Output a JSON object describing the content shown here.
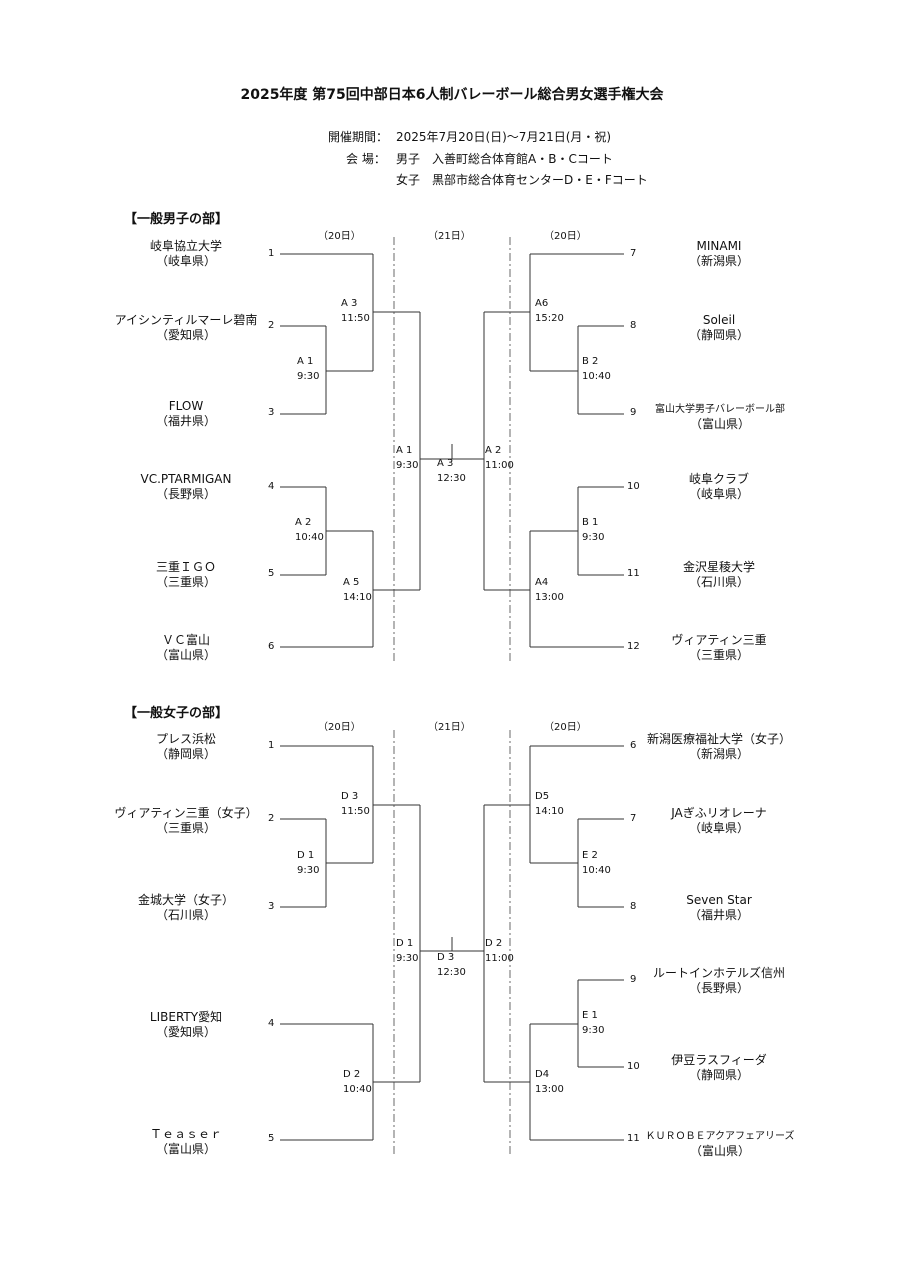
{
  "title": "2025年度 第75回中部日本6人制バレーボール総合男女選手権大会",
  "info": {
    "period_label": "開催期間：",
    "period_value": "2025年7月20日(日)～7月21日(月・祝)",
    "venue_label": "会 場：",
    "venue_men": "男子　入善町総合体育館A・B・Cコート",
    "venue_women": "女子　黒部市総合体育センターD・E・Fコート"
  },
  "days": {
    "d20": "（20日）",
    "d21": "（21日）"
  },
  "men": {
    "section": "【一般男子の部】",
    "teams": [
      {
        "seed": "1",
        "name": "岐阜協立大学",
        "pref": "（岐阜県）"
      },
      {
        "seed": "2",
        "name": "アイシンティルマーレ碧南",
        "pref": "（愛知県）"
      },
      {
        "seed": "3",
        "name": "FLOW",
        "pref": "（福井県）"
      },
      {
        "seed": "4",
        "name": "VC.PTARMIGAN",
        "pref": "（長野県）"
      },
      {
        "seed": "5",
        "name": "三重ＩＧＯ",
        "pref": "（三重県）"
      },
      {
        "seed": "6",
        "name": "ＶＣ富山",
        "pref": "（富山県）"
      },
      {
        "seed": "7",
        "name": "MINAMI",
        "pref": "（新潟県）"
      },
      {
        "seed": "8",
        "name": "Soleil",
        "pref": "（静岡県）"
      },
      {
        "seed": "9",
        "name": "富山大学男子バレーボール部",
        "pref": "（富山県）"
      },
      {
        "seed": "10",
        "name": "岐阜クラブ",
        "pref": "（岐阜県）"
      },
      {
        "seed": "11",
        "name": "金沢星稜大学",
        "pref": "（石川県）"
      },
      {
        "seed": "12",
        "name": "ヴィアティン三重",
        "pref": "（三重県）"
      }
    ],
    "matches": [
      {
        "code": "A 1",
        "time": "9:30"
      },
      {
        "code": "A 3",
        "time": "11:50"
      },
      {
        "code": "A 2",
        "time": "10:40"
      },
      {
        "code": "A 5",
        "time": "14:10"
      },
      {
        "code": "A 1",
        "time": "9:30"
      },
      {
        "code": "A 3",
        "time": "12:30"
      },
      {
        "code": "A 2",
        "time": "11:00"
      },
      {
        "code": "A6",
        "time": "15:20"
      },
      {
        "code": "B 2",
        "time": "10:40"
      },
      {
        "code": "B 1",
        "time": "9:30"
      },
      {
        "code": "A4",
        "time": "13:00"
      }
    ]
  },
  "women": {
    "section": "【一般女子の部】",
    "teams": [
      {
        "seed": "1",
        "name": "プレス浜松",
        "pref": "（静岡県）"
      },
      {
        "seed": "2",
        "name": "ヴィアティン三重（女子）",
        "pref": "（三重県）"
      },
      {
        "seed": "3",
        "name": "金城大学（女子）",
        "pref": "（石川県）"
      },
      {
        "seed": "4",
        "name": "LIBERTY愛知",
        "pref": "（愛知県）"
      },
      {
        "seed": "5",
        "name": "Ｔｅａｓｅｒ",
        "pref": "（富山県）"
      },
      {
        "seed": "6",
        "name": "新潟医療福祉大学（女子）",
        "pref": "（新潟県）"
      },
      {
        "seed": "7",
        "name": "JAぎふリオレーナ",
        "pref": "（岐阜県）"
      },
      {
        "seed": "8",
        "name": "Seven Star",
        "pref": "（福井県）"
      },
      {
        "seed": "9",
        "name": "ルートインホテルズ信州",
        "pref": "（長野県）"
      },
      {
        "seed": "10",
        "name": "伊豆ラスフィーダ",
        "pref": "（静岡県）"
      },
      {
        "seed": "11",
        "name": "ＫＵＲＯＢＥアクアフェアリーズ",
        "pref": "（富山県）"
      }
    ],
    "matches": [
      {
        "code": "D 1",
        "time": "9:30"
      },
      {
        "code": "D 3",
        "time": "11:50"
      },
      {
        "code": "D 2",
        "time": "10:40"
      },
      {
        "code": "D 1",
        "time": "9:30"
      },
      {
        "code": "D 3",
        "time": "12:30"
      },
      {
        "code": "D 2",
        "time": "11:00"
      },
      {
        "code": "D5",
        "time": "14:10"
      },
      {
        "code": "E 2",
        "time": "10:40"
      },
      {
        "code": "E 1",
        "time": "9:30"
      },
      {
        "code": "D4",
        "time": "13:00"
      }
    ]
  }
}
